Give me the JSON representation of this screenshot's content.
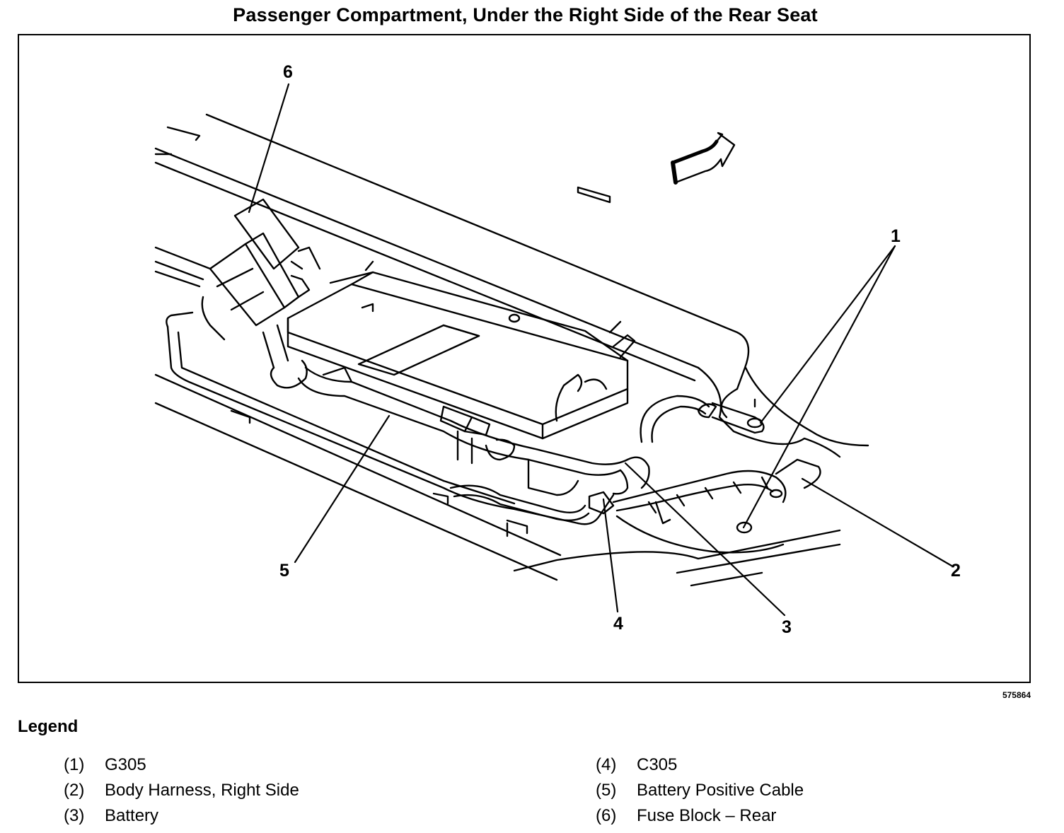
{
  "title": "Passenger Compartment, Under the Right Side of the Rear Seat",
  "figure_id": "575864",
  "callouts": [
    "1",
    "2",
    "3",
    "4",
    "5",
    "6"
  ],
  "legend": {
    "heading": "Legend",
    "left": [
      {
        "num": "(1)",
        "label": "G305"
      },
      {
        "num": "(2)",
        "label": "Body Harness, Right Side"
      },
      {
        "num": "(3)",
        "label": "Battery"
      }
    ],
    "right": [
      {
        "num": "(4)",
        "label": "C305"
      },
      {
        "num": "(5)",
        "label": "Battery Positive Cable"
      },
      {
        "num": "(6)",
        "label": "Fuse Block – Rear"
      }
    ]
  }
}
